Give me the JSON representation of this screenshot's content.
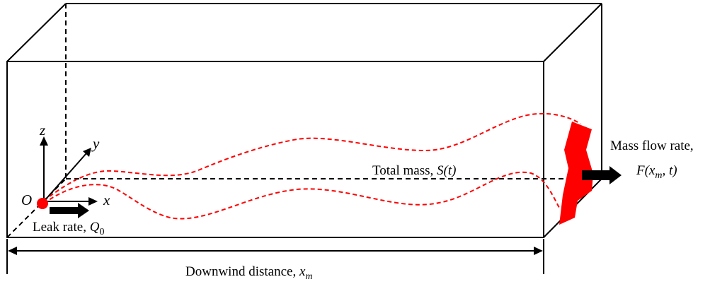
{
  "labels": {
    "z_axis": "z",
    "y_axis": "y",
    "x_axis": "x",
    "origin": "O",
    "total_mass_prefix": "Total mass, ",
    "total_mass_symbol": "S(t)",
    "mass_flow_line1": "Mass flow rate,",
    "mass_flow_symbol": "F(x",
    "mass_flow_sub": "m",
    "mass_flow_tail": ", t)",
    "leak_rate_prefix": "Leak rate, ",
    "leak_rate_symbol": "Q",
    "leak_rate_sub": "0",
    "downwind_prefix": "Downwind distance, ",
    "downwind_symbol": "x",
    "downwind_sub": "m"
  },
  "colors": {
    "outline": "#000000",
    "plume": "#ff0000",
    "source": "#ff0000",
    "arrow": "#000000"
  },
  "icons": {
    "source": "red-dot",
    "flow_arrows": "block-arrow-right"
  }
}
